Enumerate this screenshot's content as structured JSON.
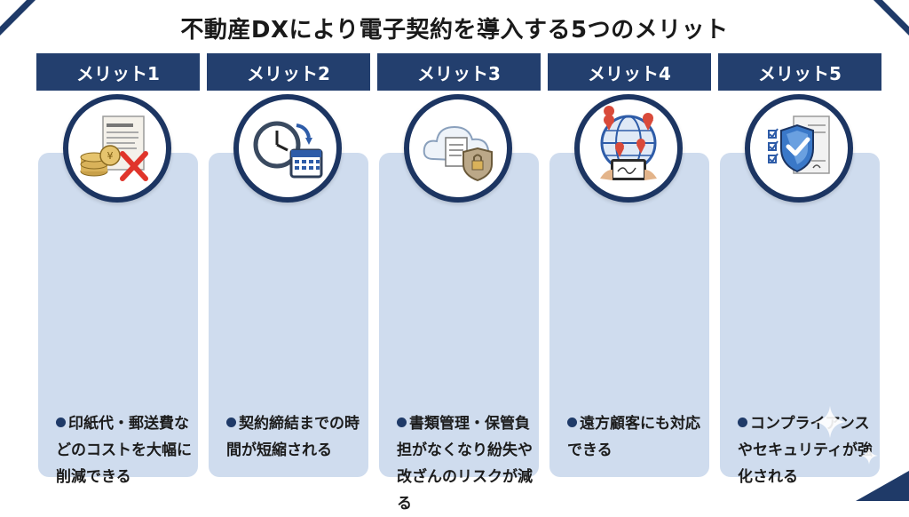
{
  "title": "不動産DXにより電子契約を導入する5つのメリット",
  "colors": {
    "navy": "#233f6e",
    "card": "#cfdcee",
    "accent_red": "#e0352b",
    "gold": "#c9a14a"
  },
  "merits": [
    {
      "header": "メリット1",
      "icon": "coins-contract-cross-icon",
      "text": "印紙代・郵送費などのコストを大幅に削減できる"
    },
    {
      "header": "メリット2",
      "icon": "clock-calendar-icon",
      "text": "契約締結までの時間が短縮される"
    },
    {
      "header": "メリット3",
      "icon": "cloud-document-lock-icon",
      "text": "書類管理・保管負担がなくなり紛失や改ざんのリスクが減る"
    },
    {
      "header": "メリット4",
      "icon": "globe-tablet-signature-icon",
      "text": "遠方顧客にも対応できる"
    },
    {
      "header": "メリット5",
      "icon": "shield-checklist-icon",
      "text": "コンプライアンスやセキュリティが強化される"
    }
  ]
}
